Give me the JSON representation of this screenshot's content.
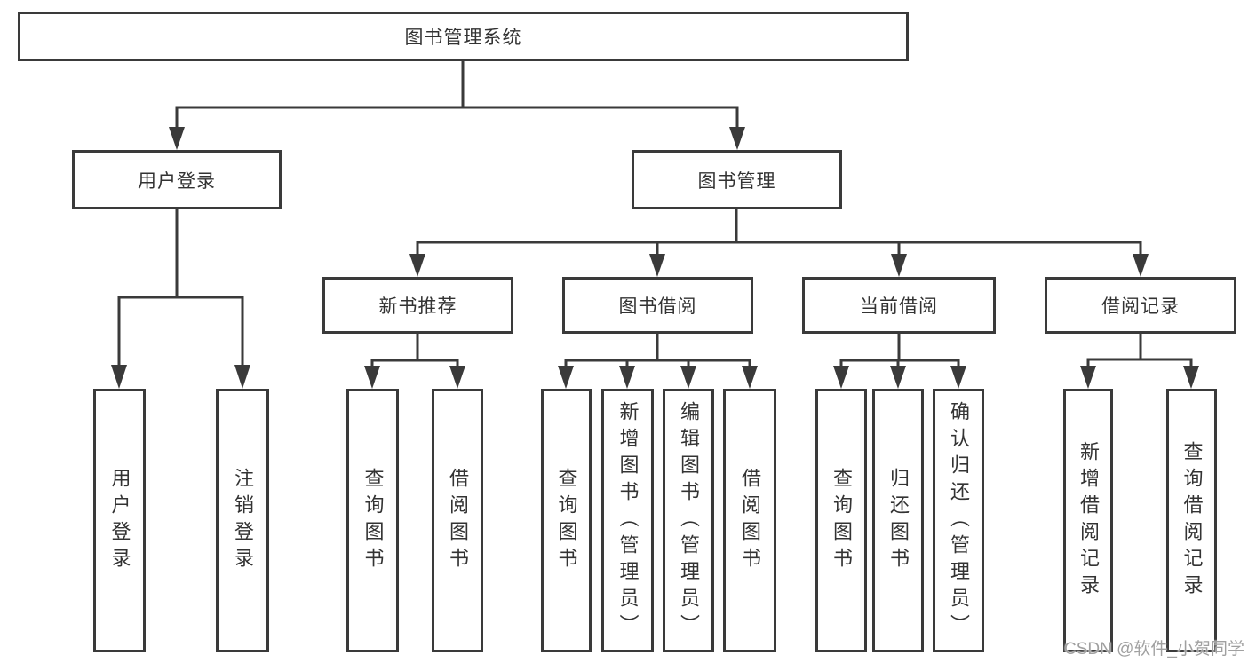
{
  "tree": {
    "root": "图书管理系统",
    "branches": [
      {
        "label": "用户登录",
        "children": [
          "用户登录",
          "注销登录"
        ]
      },
      {
        "label": "图书管理",
        "groups": [
          {
            "label": "新书推荐",
            "children": [
              "查询图书",
              "借阅图书"
            ]
          },
          {
            "label": "图书借阅",
            "children": [
              "查询图书",
              "新增图书（管理员）",
              "编辑图书（管理员）",
              "借阅图书"
            ]
          },
          {
            "label": "当前借阅",
            "children": [
              "查询图书",
              "归还图书",
              "确认归还（管理员）"
            ]
          },
          {
            "label": "借阅记录",
            "children": [
              "新增借阅记录",
              "查询借阅记录"
            ]
          }
        ]
      }
    ]
  },
  "watermark": "CSDN @软件_小贺同学",
  "colors": {
    "line": "#3a3a3a",
    "border": "#3a3a3a",
    "text": "#333333",
    "background": "#ffffff",
    "watermark": "#9b9b9b"
  }
}
